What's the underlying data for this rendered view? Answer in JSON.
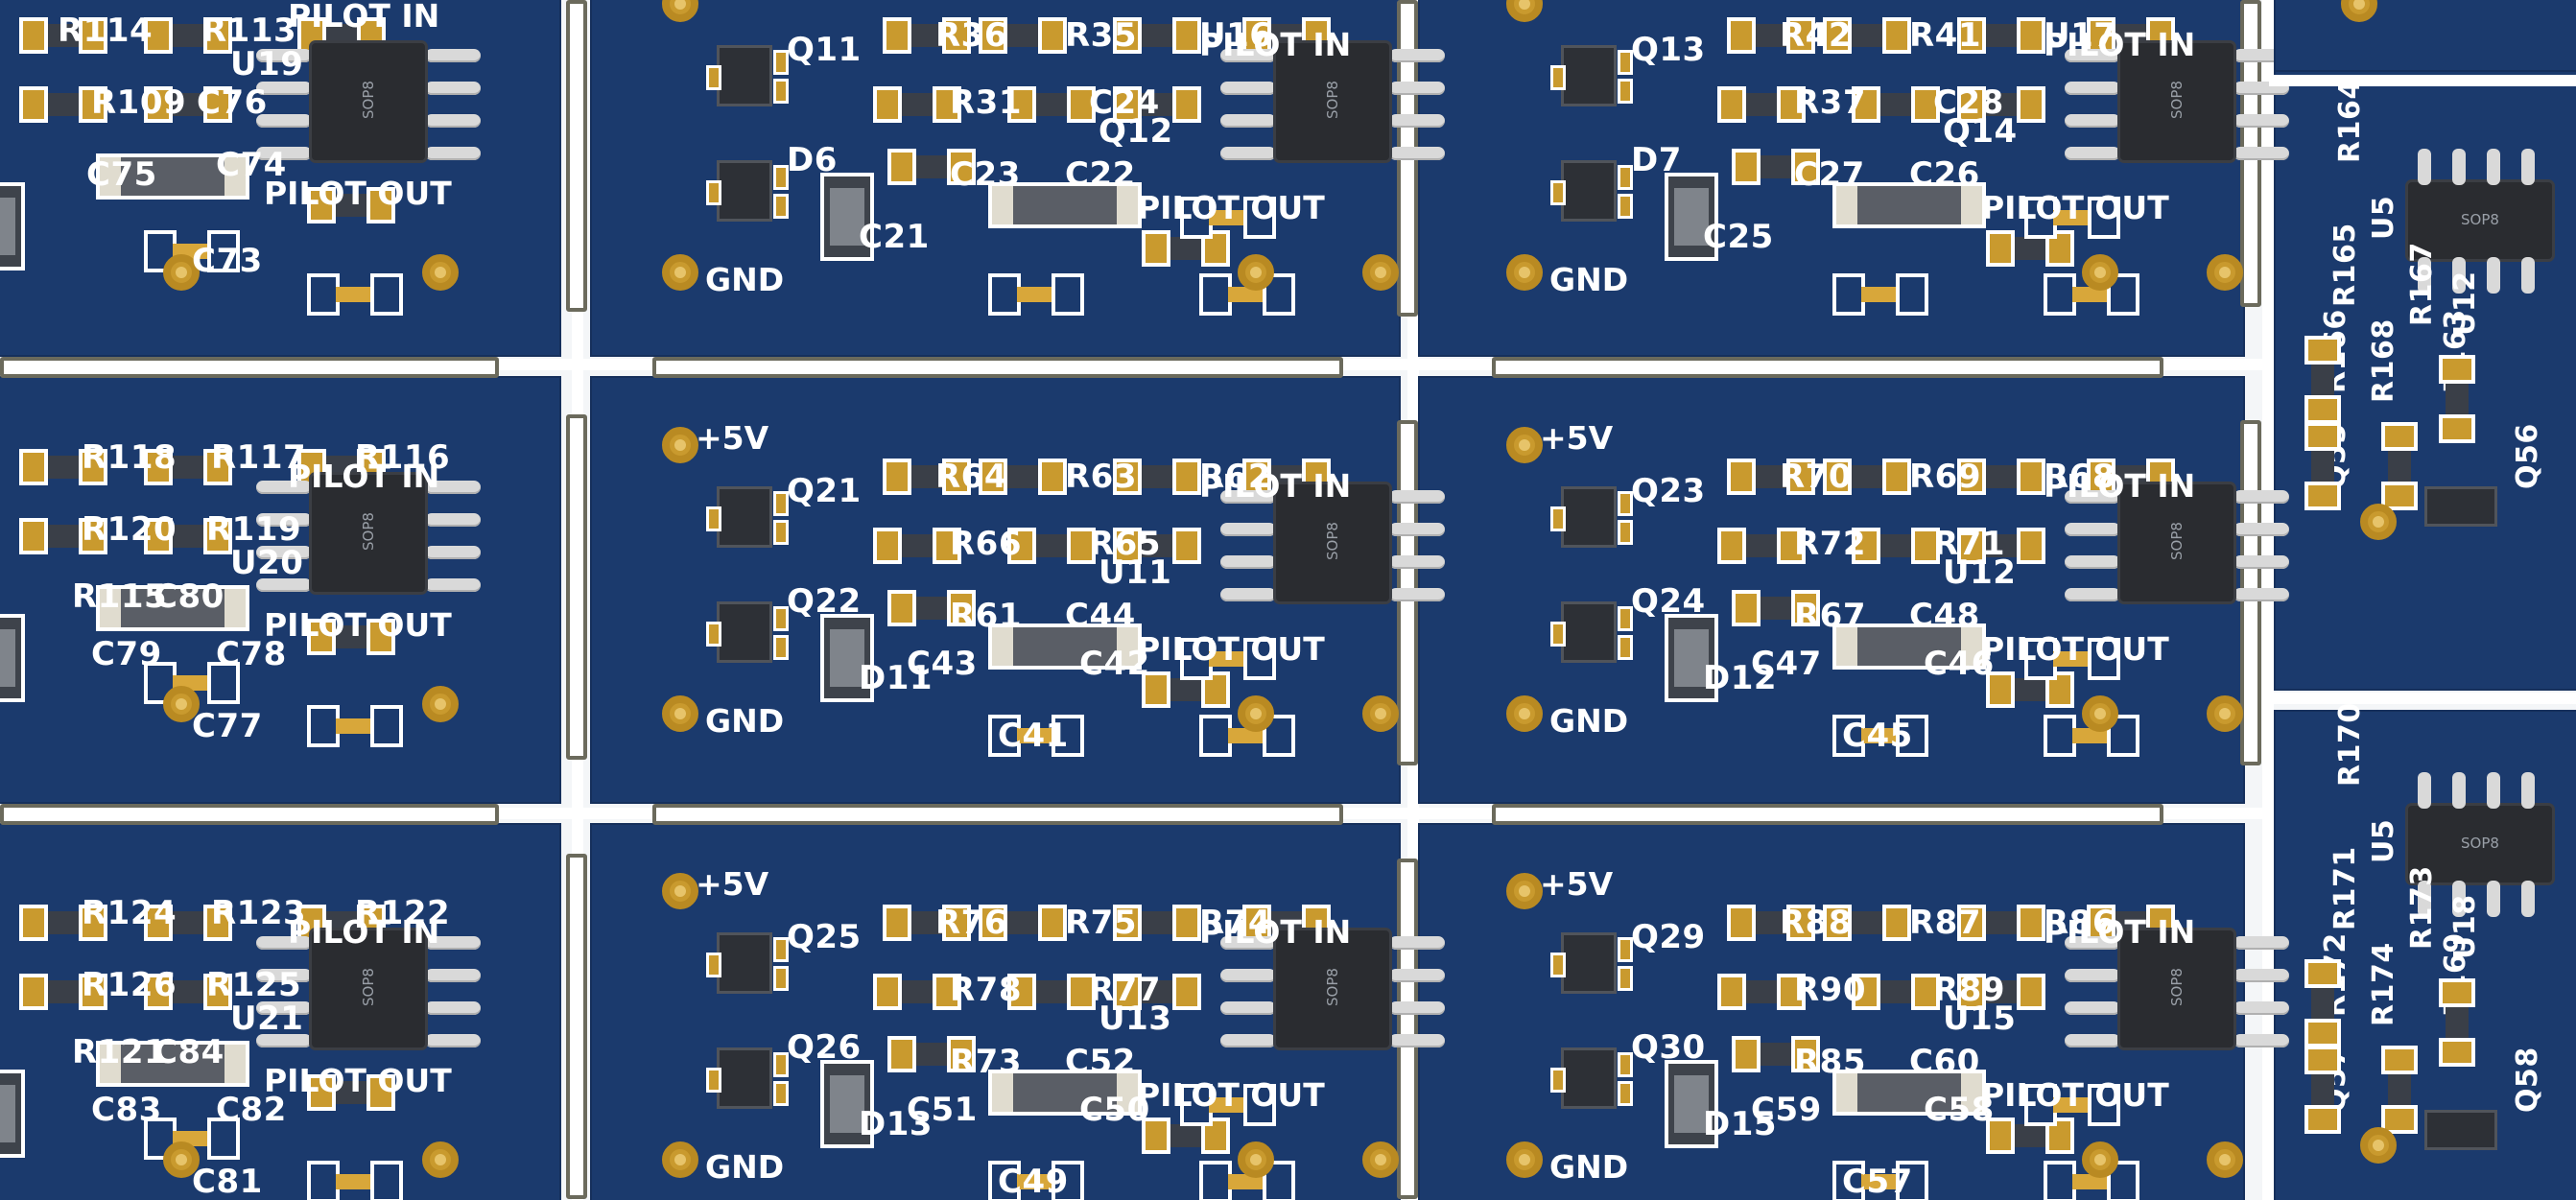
{
  "boards": [
    {
      "id": "r0c0",
      "refs": [
        "R114",
        "R113",
        "R109",
        "C76",
        "U19",
        "C75",
        "C74",
        "C73"
      ],
      "nets": [
        "PILOT IN",
        "PILOT OUT"
      ]
    },
    {
      "id": "r0c1",
      "refs": [
        "Q11",
        "R36",
        "R35",
        "U16",
        "R31",
        "C24",
        "Q12",
        "D6",
        "C23",
        "C22",
        "C21"
      ],
      "nets": [
        "PILOT IN",
        "PILOT OUT",
        "GND"
      ]
    },
    {
      "id": "r0c2",
      "refs": [
        "Q13",
        "R42",
        "R41",
        "U17",
        "R37",
        "C28",
        "Q14",
        "D7",
        "C27",
        "C26",
        "C25"
      ],
      "nets": [
        "PILOT IN",
        "PILOT OUT",
        "GND"
      ]
    },
    {
      "id": "r1c0",
      "refs": [
        "R118",
        "R117",
        "R116",
        "R120",
        "R119",
        "U20",
        "R115",
        "C80",
        "C79",
        "C78",
        "C77"
      ],
      "nets": [
        "PILOT IN",
        "PILOT OUT"
      ]
    },
    {
      "id": "r1c1",
      "refs": [
        "Q21",
        "R64",
        "R63",
        "R62",
        "R66",
        "R65",
        "U11",
        "Q22",
        "R61",
        "C44",
        "D11",
        "C43",
        "C42",
        "C41"
      ],
      "nets": [
        "+5V",
        "PILOT IN",
        "PILOT OUT",
        "GND"
      ]
    },
    {
      "id": "r1c2",
      "refs": [
        "Q23",
        "R70",
        "R69",
        "R68",
        "R72",
        "R71",
        "U12",
        "Q24",
        "R67",
        "C48",
        "D12",
        "C47",
        "C46",
        "C45"
      ],
      "nets": [
        "+5V",
        "PILOT IN",
        "PILOT OUT",
        "GND"
      ]
    },
    {
      "id": "r2c0",
      "refs": [
        "R124",
        "R123",
        "R122",
        "R126",
        "R125",
        "U21",
        "R121",
        "C84",
        "C83",
        "C82",
        "C81"
      ],
      "nets": [
        "PILOT IN",
        "PILOT OUT"
      ]
    },
    {
      "id": "r2c1",
      "refs": [
        "Q25",
        "R76",
        "R75",
        "R74",
        "R78",
        "R77",
        "U13",
        "Q26",
        "R73",
        "C52",
        "D13",
        "C51",
        "C50",
        "C49"
      ],
      "nets": [
        "+5V",
        "PILOT IN",
        "PILOT OUT",
        "GND"
      ]
    },
    {
      "id": "r2c2",
      "refs": [
        "Q29",
        "R88",
        "R87",
        "R86",
        "R90",
        "R89",
        "U15",
        "Q30",
        "R85",
        "C60",
        "D15",
        "C59",
        "C58",
        "C57"
      ],
      "nets": [
        "+5V",
        "PILOT IN",
        "PILOT OUT",
        "GND"
      ]
    },
    {
      "id": "r0c3",
      "refs": [
        "R164",
        "U5",
        "R165",
        "R167",
        "U12",
        "R166",
        "R168",
        "R163",
        "Q55",
        "Q56"
      ],
      "nets": []
    },
    {
      "id": "r2c3",
      "refs": [
        "R170",
        "U5",
        "R171",
        "R173",
        "U18",
        "R172",
        "R174",
        "R169",
        "Q57",
        "Q58"
      ],
      "nets": []
    }
  ],
  "chip_marking": "SOP8"
}
